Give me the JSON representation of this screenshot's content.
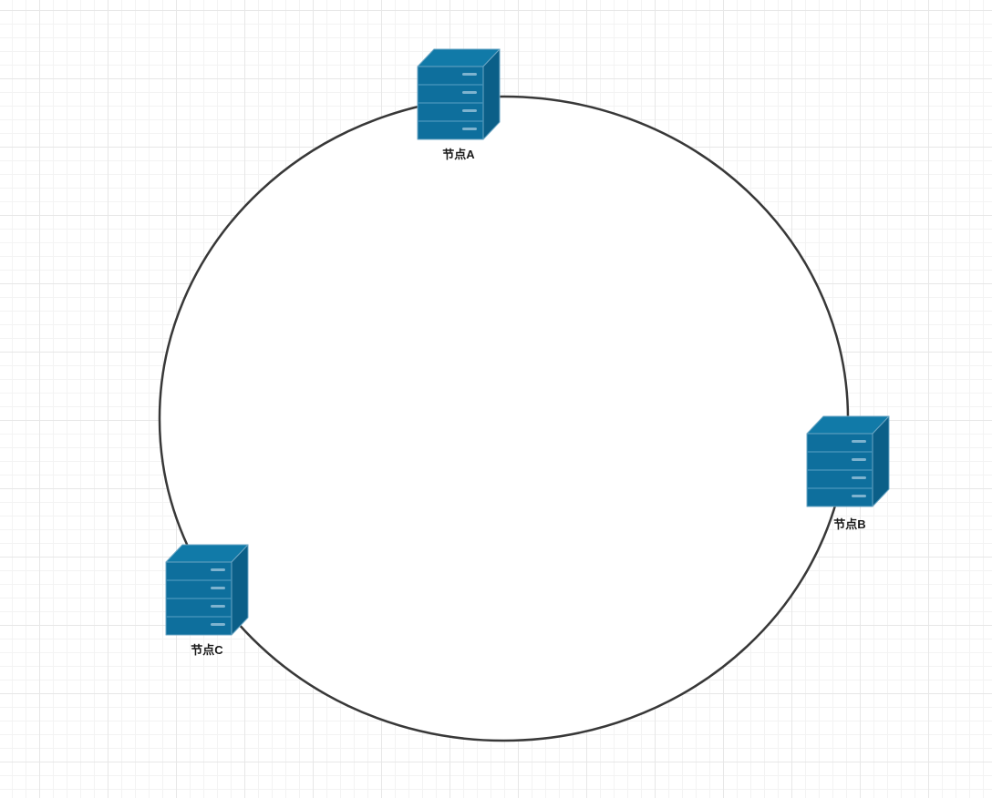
{
  "diagram": {
    "type": "ring-topology",
    "nodes": [
      {
        "id": "A",
        "label": "节点A"
      },
      {
        "id": "B",
        "label": "节点B"
      },
      {
        "id": "C",
        "label": "节点C"
      }
    ]
  },
  "colors": {
    "canvas-bg": "#ffffff",
    "grid-minor": "#f3f3f3",
    "grid-major": "#e7e7e7",
    "ring-stroke": "#383838",
    "ring-fill": "#ffffff",
    "node-front": "#0e6f9d",
    "node-top": "#117aa8",
    "node-side": "#0b5f88",
    "node-edge": "#6ba6c4",
    "node-line": "#4090b8",
    "node-dash": "#7eb3cf",
    "label-color": "#1a1a1a"
  }
}
